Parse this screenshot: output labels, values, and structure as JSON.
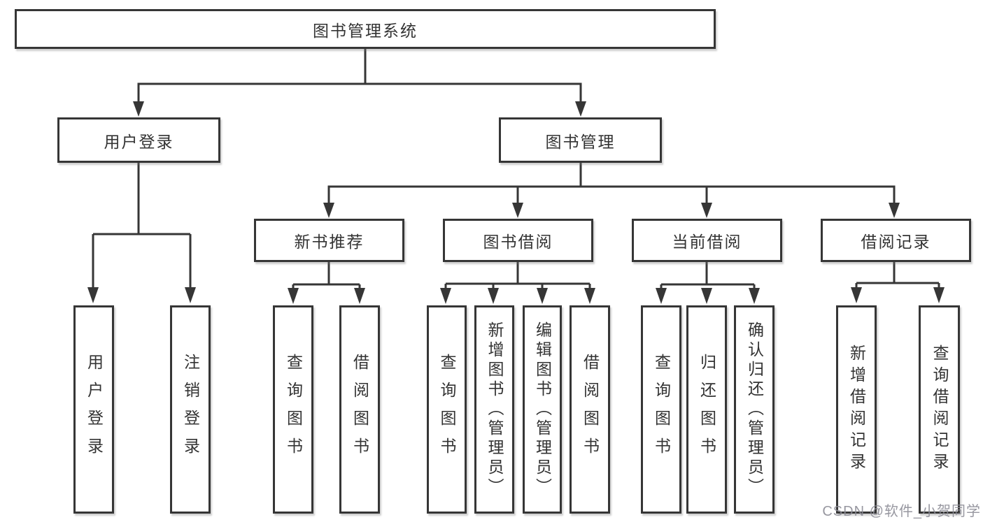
{
  "tree": {
    "root": {
      "label": "图书管理系统"
    },
    "children": [
      {
        "label": "用户登录",
        "children": [
          {
            "label": "用户登录"
          },
          {
            "label": "注销登录"
          }
        ]
      },
      {
        "label": "图书管理",
        "children": [
          {
            "label": "新书推荐",
            "children": [
              {
                "label": "查询图书"
              },
              {
                "label": "借阅图书"
              }
            ]
          },
          {
            "label": "图书借阅",
            "children": [
              {
                "label": "查询图书"
              },
              {
                "label": "新增图书（管理员）"
              },
              {
                "label": "编辑图书（管理员）"
              },
              {
                "label": "借阅图书"
              }
            ]
          },
          {
            "label": "当前借阅",
            "children": [
              {
                "label": "查询图书"
              },
              {
                "label": "归还图书"
              },
              {
                "label": "确认归还（管理员）"
              }
            ]
          },
          {
            "label": "借阅记录",
            "children": [
              {
                "label": "新增借阅记录"
              },
              {
                "label": "查询借阅记录"
              }
            ]
          }
        ]
      }
    ]
  },
  "watermark": {
    "label": "CSDN @软件_小贺同学"
  },
  "colors": {
    "line": "#363636",
    "text": "#333333",
    "box_background": "#ffffff",
    "watermark": "#8c8c96",
    "background": "#ffffff"
  }
}
